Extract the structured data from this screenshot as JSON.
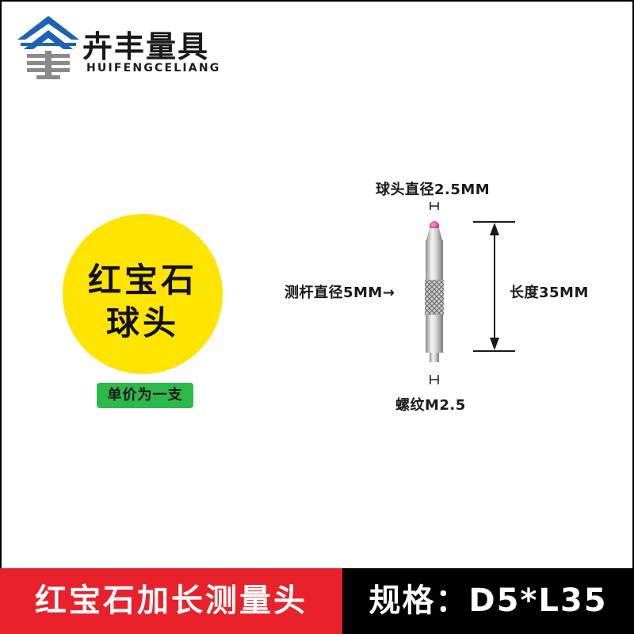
{
  "brand": {
    "name_cn": "卉丰量具",
    "name_en": "HUIFENGCELIANG",
    "logo_icon": "brand-logo-mark",
    "colors": {
      "blue": "#1e63b3",
      "grey": "#8a8a8a"
    }
  },
  "badge": {
    "line1": "红宝石",
    "line2": "球头",
    "color": "#ffe400"
  },
  "price_note": {
    "text": "单价为一支",
    "color": "#2db84a"
  },
  "diagram": {
    "ball_diameter": "球头直径2.5MM",
    "shaft_diameter": "测杆直径5MM→",
    "length": "长度35MM",
    "thread": "螺纹M2.5"
  },
  "footer": {
    "product_name": "红宝石加长测量头",
    "spec": "规格：D5*L35",
    "colors": {
      "left": "#e8212b",
      "right": "#000000"
    }
  }
}
